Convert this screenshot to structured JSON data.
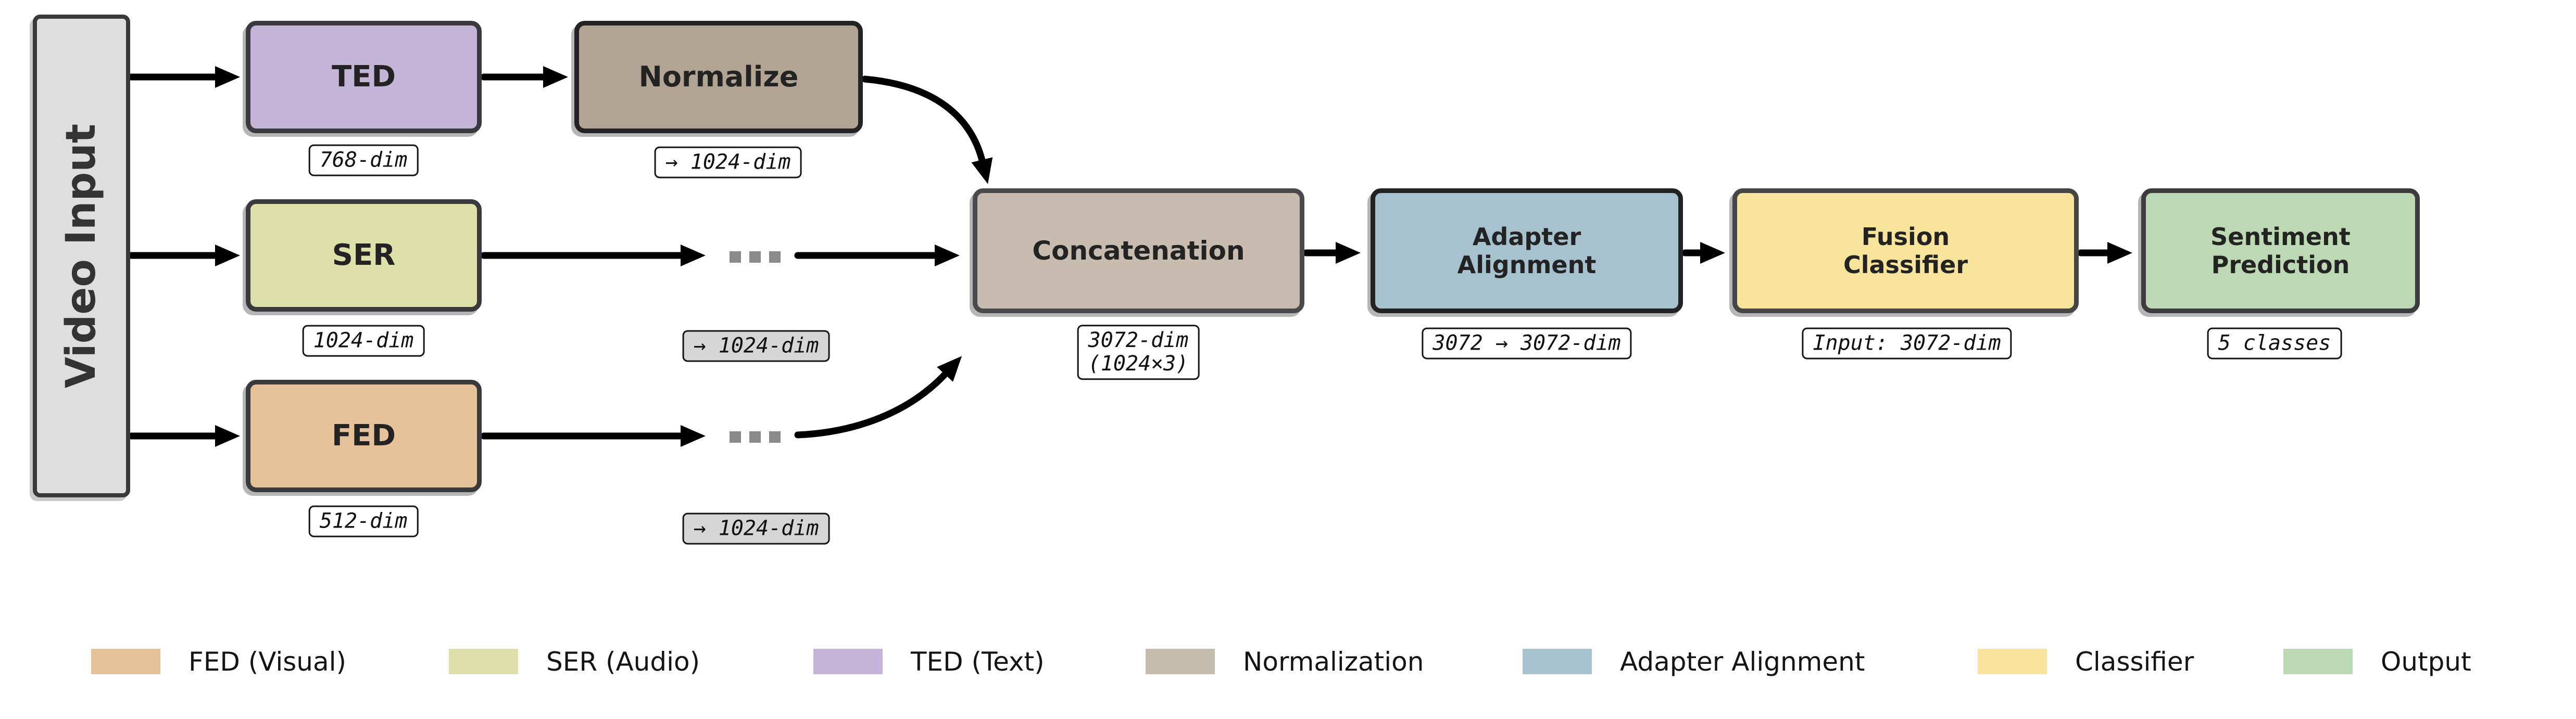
{
  "diagram": {
    "video_input": {
      "label": "Video Input",
      "color": "#dedede"
    },
    "branches": [
      {
        "label": "TED",
        "dim": "768-dim",
        "color": "#c4b4d8"
      },
      {
        "label": "SER",
        "dim": "1024-dim",
        "color": "#dde0a8"
      },
      {
        "label": "FED",
        "dim": "512-dim",
        "color": "#e6c29a"
      }
    ],
    "normalize": {
      "label": "Normalize",
      "dim": "→ 1024-dim",
      "color": "#b2a492"
    },
    "ellipsis": {
      "symbol": "...",
      "ser_dim": "→ 1024-dim",
      "fed_dim": "→ 1024-dim"
    },
    "concatenation": {
      "label": "Concatenation",
      "dim_line1": "3072-dim",
      "dim_line2": "(1024×3)",
      "color": "#c8bcb0"
    },
    "adapter": {
      "label_line1": "Adapter",
      "label_line2": "Alignment",
      "dim": "3072 → 3072-dim",
      "color": "#a7c2cf"
    },
    "fusion": {
      "label_line1": "Fusion",
      "label_line2": "Classifier",
      "dim": "Input: 3072-dim",
      "color": "#f8e49a"
    },
    "sentiment": {
      "label_line1": "Sentiment",
      "label_line2": "Prediction",
      "dim": "5 classes",
      "color": "#bcd9b3"
    }
  },
  "legend": {
    "items": [
      {
        "label": "FED (Visual)",
        "color": "#e6c29a"
      },
      {
        "label": "SER (Audio)",
        "color": "#dde0a8"
      },
      {
        "label": "TED (Text)",
        "color": "#c4b4d8"
      },
      {
        "label": "Normalization",
        "color": "#c6bcae"
      },
      {
        "label": "Adapter Alignment",
        "color": "#a7c2cf"
      },
      {
        "label": "Classifier",
        "color": "#f8e49a"
      },
      {
        "label": "Output",
        "color": "#bcd9b3"
      }
    ]
  }
}
